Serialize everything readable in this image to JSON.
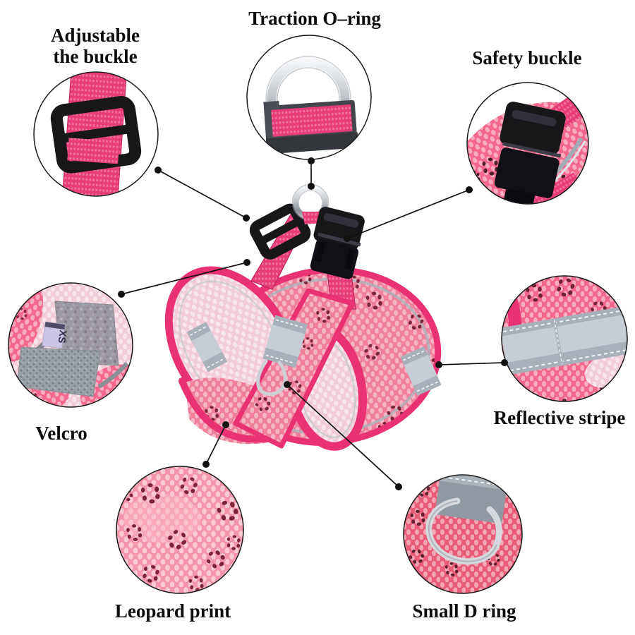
{
  "callouts": [
    {
      "id": "adjustable-buckle",
      "lines": [
        "Adjustable",
        "the buckle"
      ]
    },
    {
      "id": "traction-o-ring",
      "lines": [
        "Traction O–ring"
      ]
    },
    {
      "id": "safety-buckle",
      "lines": [
        "Safety buckle"
      ]
    },
    {
      "id": "velcro",
      "lines": [
        "Velcro"
      ]
    },
    {
      "id": "reflective-stripe",
      "lines": [
        "Reflective stripe"
      ]
    },
    {
      "id": "leopard-print",
      "lines": [
        "Leopard print"
      ]
    },
    {
      "id": "small-d-ring",
      "lines": [
        "Small D ring"
      ]
    }
  ],
  "tags": {
    "size_label": "XS"
  },
  "colors": {
    "hot_pink_trim": "#e93273",
    "webbing_pink": "#e73c78",
    "leopard_mesh_base": "#ef7f9a",
    "leopard_spot": "#7b2638",
    "pale_mesh": "#f2ccd8",
    "reflective_gray": "#a8b1ba",
    "reflective_gray_light": "#c6cdd5",
    "buckle_black": "#17171a",
    "metal_silver": "#c9ccd1",
    "connector_black": "#111111"
  }
}
